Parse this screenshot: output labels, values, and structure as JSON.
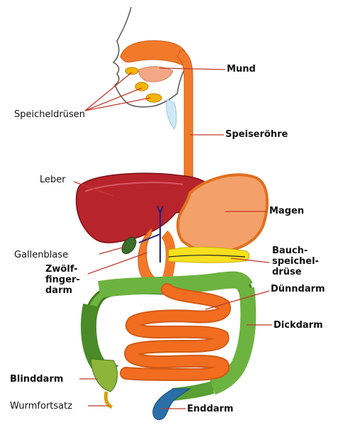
{
  "labels": {
    "mund": "Mund",
    "speicheldruesen": "Speicheldrüsen",
    "speiseroehre": "Speiseröhre",
    "leber": "Leber",
    "magen": "Magen",
    "gallenblase": "Gallenblase",
    "bauchspeicheldruese": "Bauch-\nspeichel-\ndrüse",
    "zwoelffingerdarm": "Zwölf-\nfinger-\ndarm",
    "duenndarm": "Dünndarm",
    "dickdarm": "Dickdarm",
    "blinddarm": "Blinddarm",
    "wurmfortsatz": "Wurmfortsatz",
    "enddarm": "Enddarm"
  },
  "colors": {
    "esophagus_stomach": "#f07a2a",
    "stomach_fill": "#f4a06a",
    "liver": "#b8242c",
    "gallbladder": "#3a6e2a",
    "pancreas": "#f7e020",
    "small_intestine": "#f26d1f",
    "large_intestine": "#6db33f",
    "rectum": "#2a6fa8",
    "bile_duct": "#1a237e",
    "leader_line": "#c0392b",
    "outline": "#555555"
  }
}
